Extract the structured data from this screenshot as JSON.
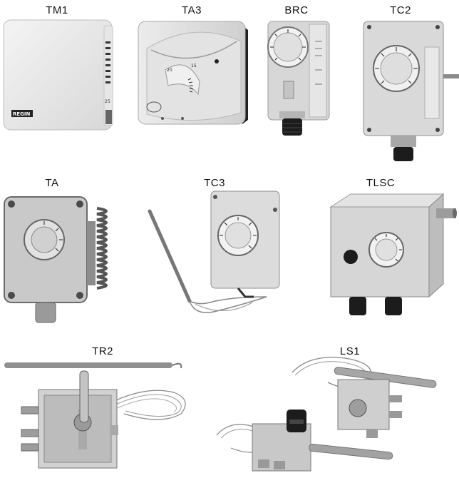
{
  "labels": {
    "tm1": "TM1",
    "ta3": "TA3",
    "brc": "BRC",
    "tc2": "TC2",
    "ta": "TA",
    "tc3": "TC3",
    "tlsc": "TLSC",
    "tr2": "TR2",
    "ls1": "LS1"
  },
  "markings": {
    "tm1_brand": "REGIN",
    "tm1_scale": "25",
    "ta3_scale_a": "20",
    "ta3_scale_b": "15"
  }
}
